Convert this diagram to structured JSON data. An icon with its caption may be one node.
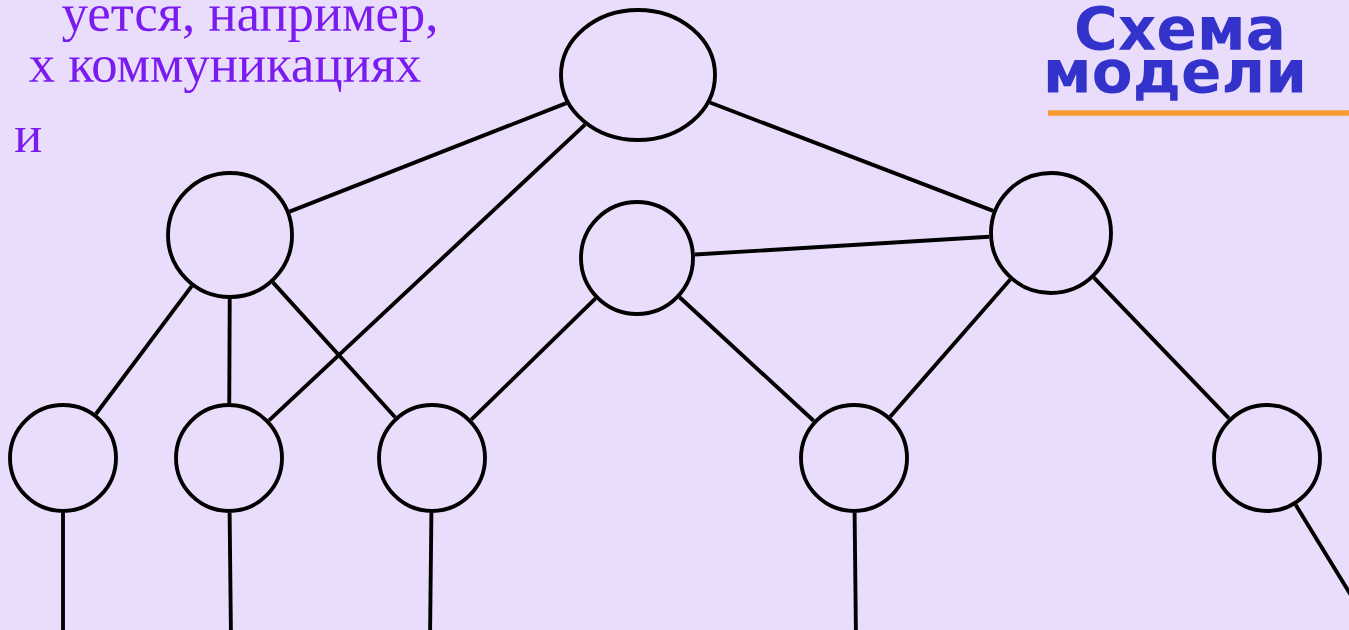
{
  "diagram": {
    "nodes": [
      {
        "text": [],
        "shape": "ellipse"
      },
      {
        "text": [],
        "shape": "circle"
      },
      {
        "text": [],
        "shape": "circle"
      },
      {
        "text": [],
        "shape": "circle"
      },
      {
        "text": [],
        "shape": "circle"
      },
      {
        "text": [],
        "shape": "circle"
      },
      {
        "text": [],
        "shape": "circle"
      },
      {
        "text": [],
        "shape": "circle"
      },
      {
        "text": [],
        "shape": "circle"
      }
    ],
    "edges": [
      {
        "from": 0,
        "to": 1,
        "arrow": "none"
      },
      {
        "from": 0,
        "to": 5,
        "arrow": "none"
      },
      {
        "from": 0,
        "to": 3,
        "arrow": "none"
      },
      {
        "from": 1,
        "to": 4,
        "arrow": "none"
      },
      {
        "from": 1,
        "to": 5,
        "arrow": "none"
      },
      {
        "from": 1,
        "to": 6,
        "arrow": "none"
      },
      {
        "from": 2,
        "to": 3,
        "arrow": "none"
      },
      {
        "from": 2,
        "to": 6,
        "arrow": "none"
      },
      {
        "from": 2,
        "to": 7,
        "arrow": "none"
      },
      {
        "from": 3,
        "to": 7,
        "arrow": "none"
      },
      {
        "from": 3,
        "to": 8,
        "arrow": "none"
      },
      {
        "from": 4,
        "to": null,
        "arrow": "none"
      },
      {
        "from": 5,
        "to": null,
        "arrow": "none"
      },
      {
        "from": 6,
        "to": null,
        "arrow": "none"
      },
      {
        "from": 7,
        "to": null,
        "arrow": "none"
      },
      {
        "from": 8,
        "to": null,
        "arrow": "none"
      }
    ],
    "labels": [
      "уется, например,",
      "х коммуникациях",
      "и",
      "Схема",
      "модели"
    ]
  }
}
